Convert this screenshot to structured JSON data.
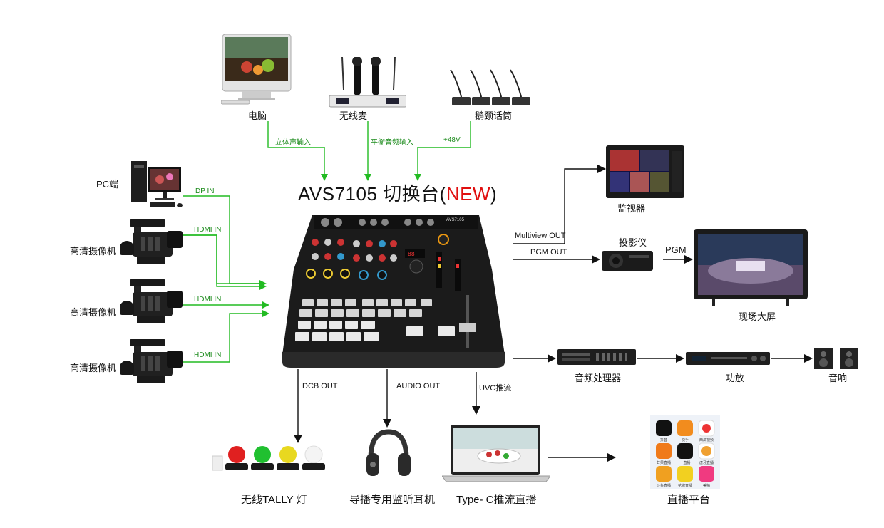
{
  "title": {
    "main": "AVS7105 切换台(",
    "highlight": "NEW",
    "close": ")"
  },
  "inputs_top": [
    {
      "name": "电脑",
      "signal": "立体声输入"
    },
    {
      "name": "无线麦",
      "signal": "平衡音频输入"
    },
    {
      "name": "鹅颈话筒",
      "signal": "+48V"
    }
  ],
  "inputs_left": [
    {
      "name": "PC端",
      "signal": "DP IN"
    },
    {
      "name": "高清摄像机",
      "signal": "HDMI IN"
    },
    {
      "name": "高清摄像机",
      "signal": "HDMI IN"
    },
    {
      "name": "高清摄像机",
      "signal": "HDMI IN"
    }
  ],
  "outputs_right": {
    "monitor": {
      "name": "监视器",
      "signal": "Multiview OUT"
    },
    "projector": {
      "name": "投影仪",
      "signal": "PGM OUT"
    },
    "screen": {
      "name": "现场大屏",
      "signal": "PGM"
    },
    "audio_chain": [
      {
        "name": "音频处理器"
      },
      {
        "name": "功放"
      },
      {
        "name": "音响"
      }
    ]
  },
  "outputs_bottom": [
    {
      "name": "无线TALLY 灯",
      "signal": "DCB OUT"
    },
    {
      "name": "导播专用监听耳机",
      "signal": "AUDIO  OUT"
    },
    {
      "name": "Type- C推流直播",
      "signal": "UVC推流"
    },
    {
      "name": "直播平台",
      "signal": ""
    }
  ],
  "device_panel": {
    "model": "AVS7105"
  },
  "platform_apps": [
    "抖音",
    "快手",
    "西瓜视频",
    "芒果直播",
    "一直播",
    "虎牙直播",
    "斗鱼直播",
    "花椒直播",
    "美拍"
  ],
  "colors": {
    "accent_red": "#e01010",
    "signal_green": "#22bb22",
    "wire_black": "#111111"
  }
}
